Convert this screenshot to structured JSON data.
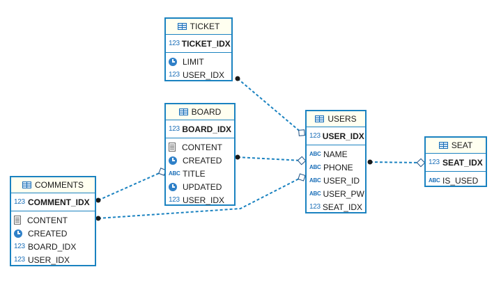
{
  "entities": {
    "ticket": {
      "title": "TICKET",
      "pk": [
        {
          "type": "123",
          "name": "TICKET_IDX"
        }
      ],
      "columns": [
        {
          "type": "clock",
          "name": "LIMIT"
        },
        {
          "type": "123",
          "name": "USER_IDX"
        }
      ]
    },
    "board": {
      "title": "BOARD",
      "pk": [
        {
          "type": "123",
          "name": "BOARD_IDX"
        }
      ],
      "columns": [
        {
          "type": "doc",
          "name": "CONTENT"
        },
        {
          "type": "clock",
          "name": "CREATED"
        },
        {
          "type": "abc",
          "name": "TITLE"
        },
        {
          "type": "clock",
          "name": "UPDATED"
        },
        {
          "type": "123",
          "name": "USER_IDX"
        }
      ]
    },
    "users": {
      "title": "USERS",
      "pk": [
        {
          "type": "123",
          "name": "USER_IDX"
        }
      ],
      "columns": [
        {
          "type": "abc",
          "name": "NAME"
        },
        {
          "type": "abc",
          "name": "PHONE"
        },
        {
          "type": "abc",
          "name": "USER_ID"
        },
        {
          "type": "abc",
          "name": "USER_PW"
        },
        {
          "type": "123",
          "name": "SEAT_IDX"
        }
      ]
    },
    "seat": {
      "title": "SEAT",
      "pk": [
        {
          "type": "123",
          "name": "SEAT_IDX"
        }
      ],
      "columns": [
        {
          "type": "abc",
          "name": "IS_USED"
        }
      ]
    },
    "comments": {
      "title": "COMMENTS",
      "pk": [
        {
          "type": "123",
          "name": "COMMENT_IDX"
        }
      ],
      "columns": [
        {
          "type": "doc",
          "name": "CONTENT"
        },
        {
          "type": "clock",
          "name": "CREATED"
        },
        {
          "type": "123",
          "name": "BOARD_IDX"
        },
        {
          "type": "123",
          "name": "USER_IDX"
        }
      ]
    }
  },
  "type_labels": {
    "123": "123",
    "abc": "ABC"
  },
  "relationships": [
    {
      "from": "ticket",
      "to": "users"
    },
    {
      "from": "board",
      "to": "users"
    },
    {
      "from": "users",
      "to": "seat"
    },
    {
      "from": "comments",
      "to": "board"
    },
    {
      "from": "comments",
      "to": "users"
    }
  ],
  "colors": {
    "border": "#1a82c0",
    "header_bg": "#fffff0",
    "link": "#1a82c0"
  }
}
